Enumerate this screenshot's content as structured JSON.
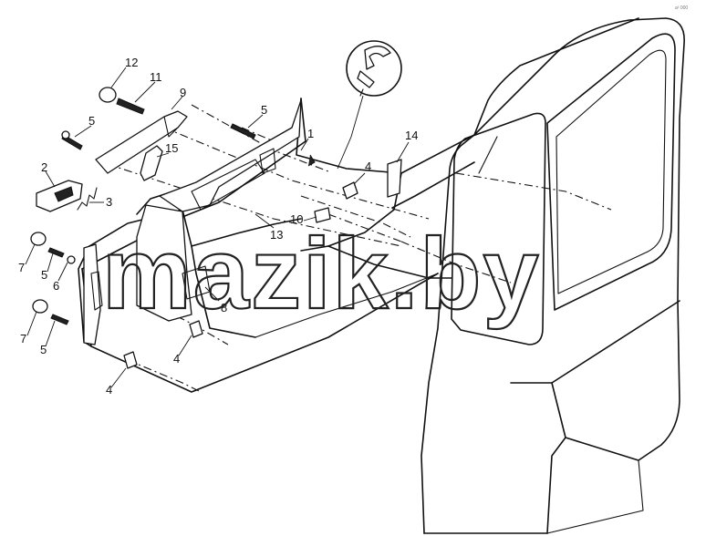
{
  "diagram": {
    "callouts": [
      {
        "id": "c12",
        "text": "12"
      },
      {
        "id": "c11",
        "text": "11"
      },
      {
        "id": "c9",
        "text": "9"
      },
      {
        "id": "c5a",
        "text": "5"
      },
      {
        "id": "c5b",
        "text": "5"
      },
      {
        "id": "c1",
        "text": "1"
      },
      {
        "id": "c14",
        "text": "14"
      },
      {
        "id": "c15",
        "text": "15"
      },
      {
        "id": "c2",
        "text": "2"
      },
      {
        "id": "c3",
        "text": "3"
      },
      {
        "id": "c4a",
        "text": "4"
      },
      {
        "id": "c10",
        "text": "10"
      },
      {
        "id": "c13",
        "text": "13"
      },
      {
        "id": "c7a",
        "text": "7"
      },
      {
        "id": "c5c",
        "text": "5"
      },
      {
        "id": "c6",
        "text": "6"
      },
      {
        "id": "c8",
        "text": "8"
      },
      {
        "id": "c7b",
        "text": "7"
      },
      {
        "id": "c5d",
        "text": "5"
      },
      {
        "id": "c4b",
        "text": "4"
      },
      {
        "id": "c4c",
        "text": "4"
      }
    ],
    "watermark": "mazik.by",
    "corner_mark": "a³ 000"
  }
}
